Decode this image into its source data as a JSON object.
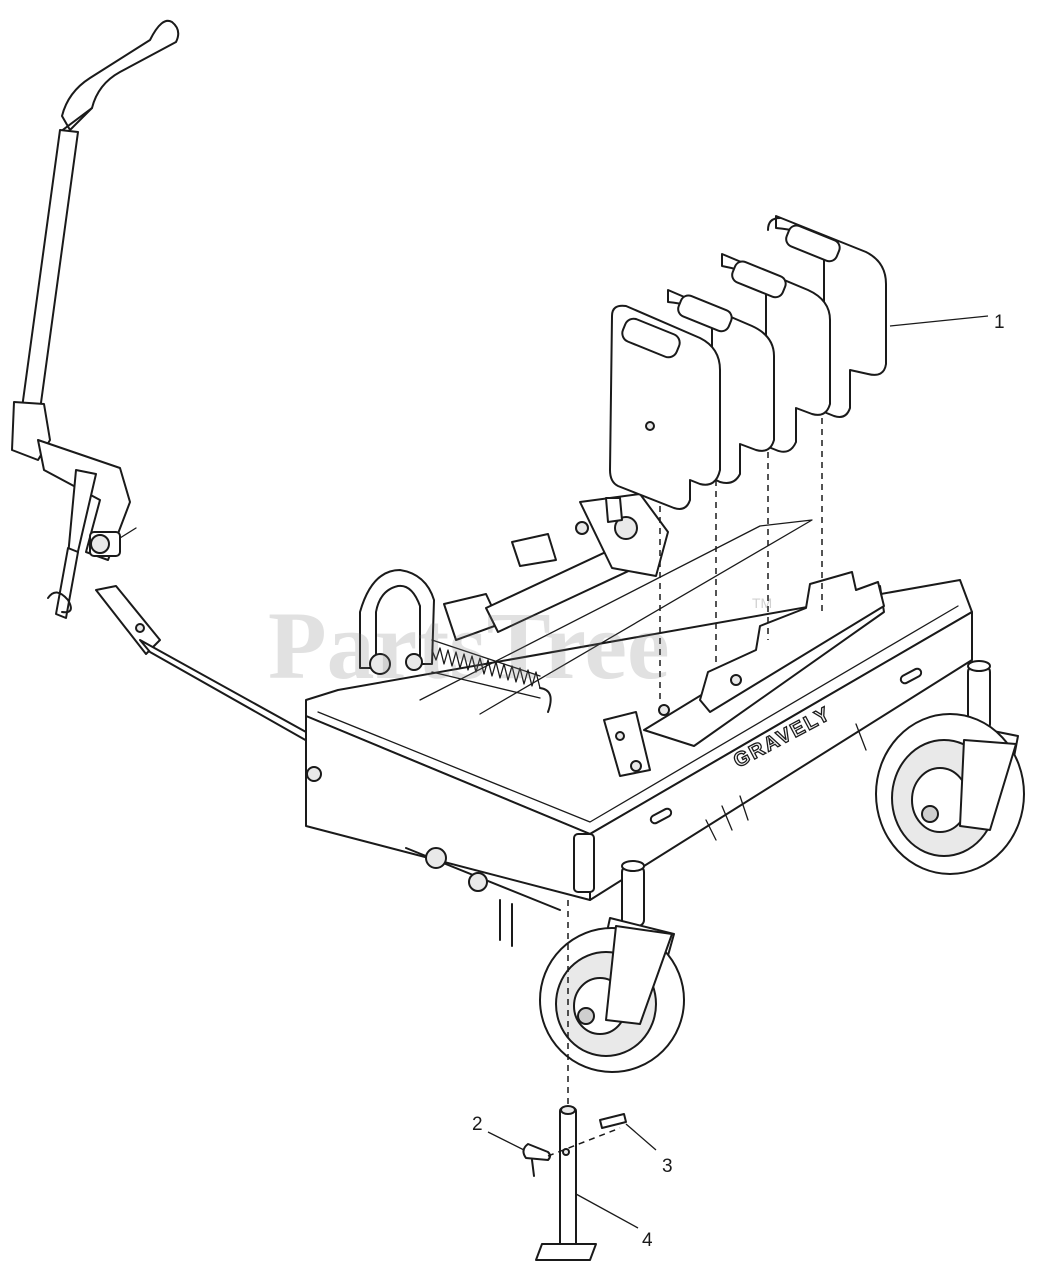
{
  "diagram": {
    "brand_label": "GRAVELY",
    "watermark": "PartsTree",
    "watermark_mark": "TM",
    "callouts": [
      {
        "number": "1",
        "part": "weights"
      },
      {
        "number": "2",
        "part": "hairpin-pin"
      },
      {
        "number": "3",
        "part": "clevis-pin"
      },
      {
        "number": "4",
        "part": "stand-pin"
      }
    ]
  }
}
